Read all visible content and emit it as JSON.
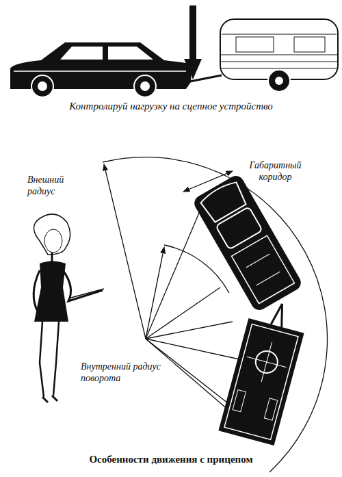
{
  "diagram": {
    "caption": "Особенности движения с прицепом",
    "labels": [
      "Контролируй нагрузку на сцепное устройство",
      "Внешний радиус",
      "Габаритный коридор",
      "Внутренний радиус поворота"
    ]
  }
}
